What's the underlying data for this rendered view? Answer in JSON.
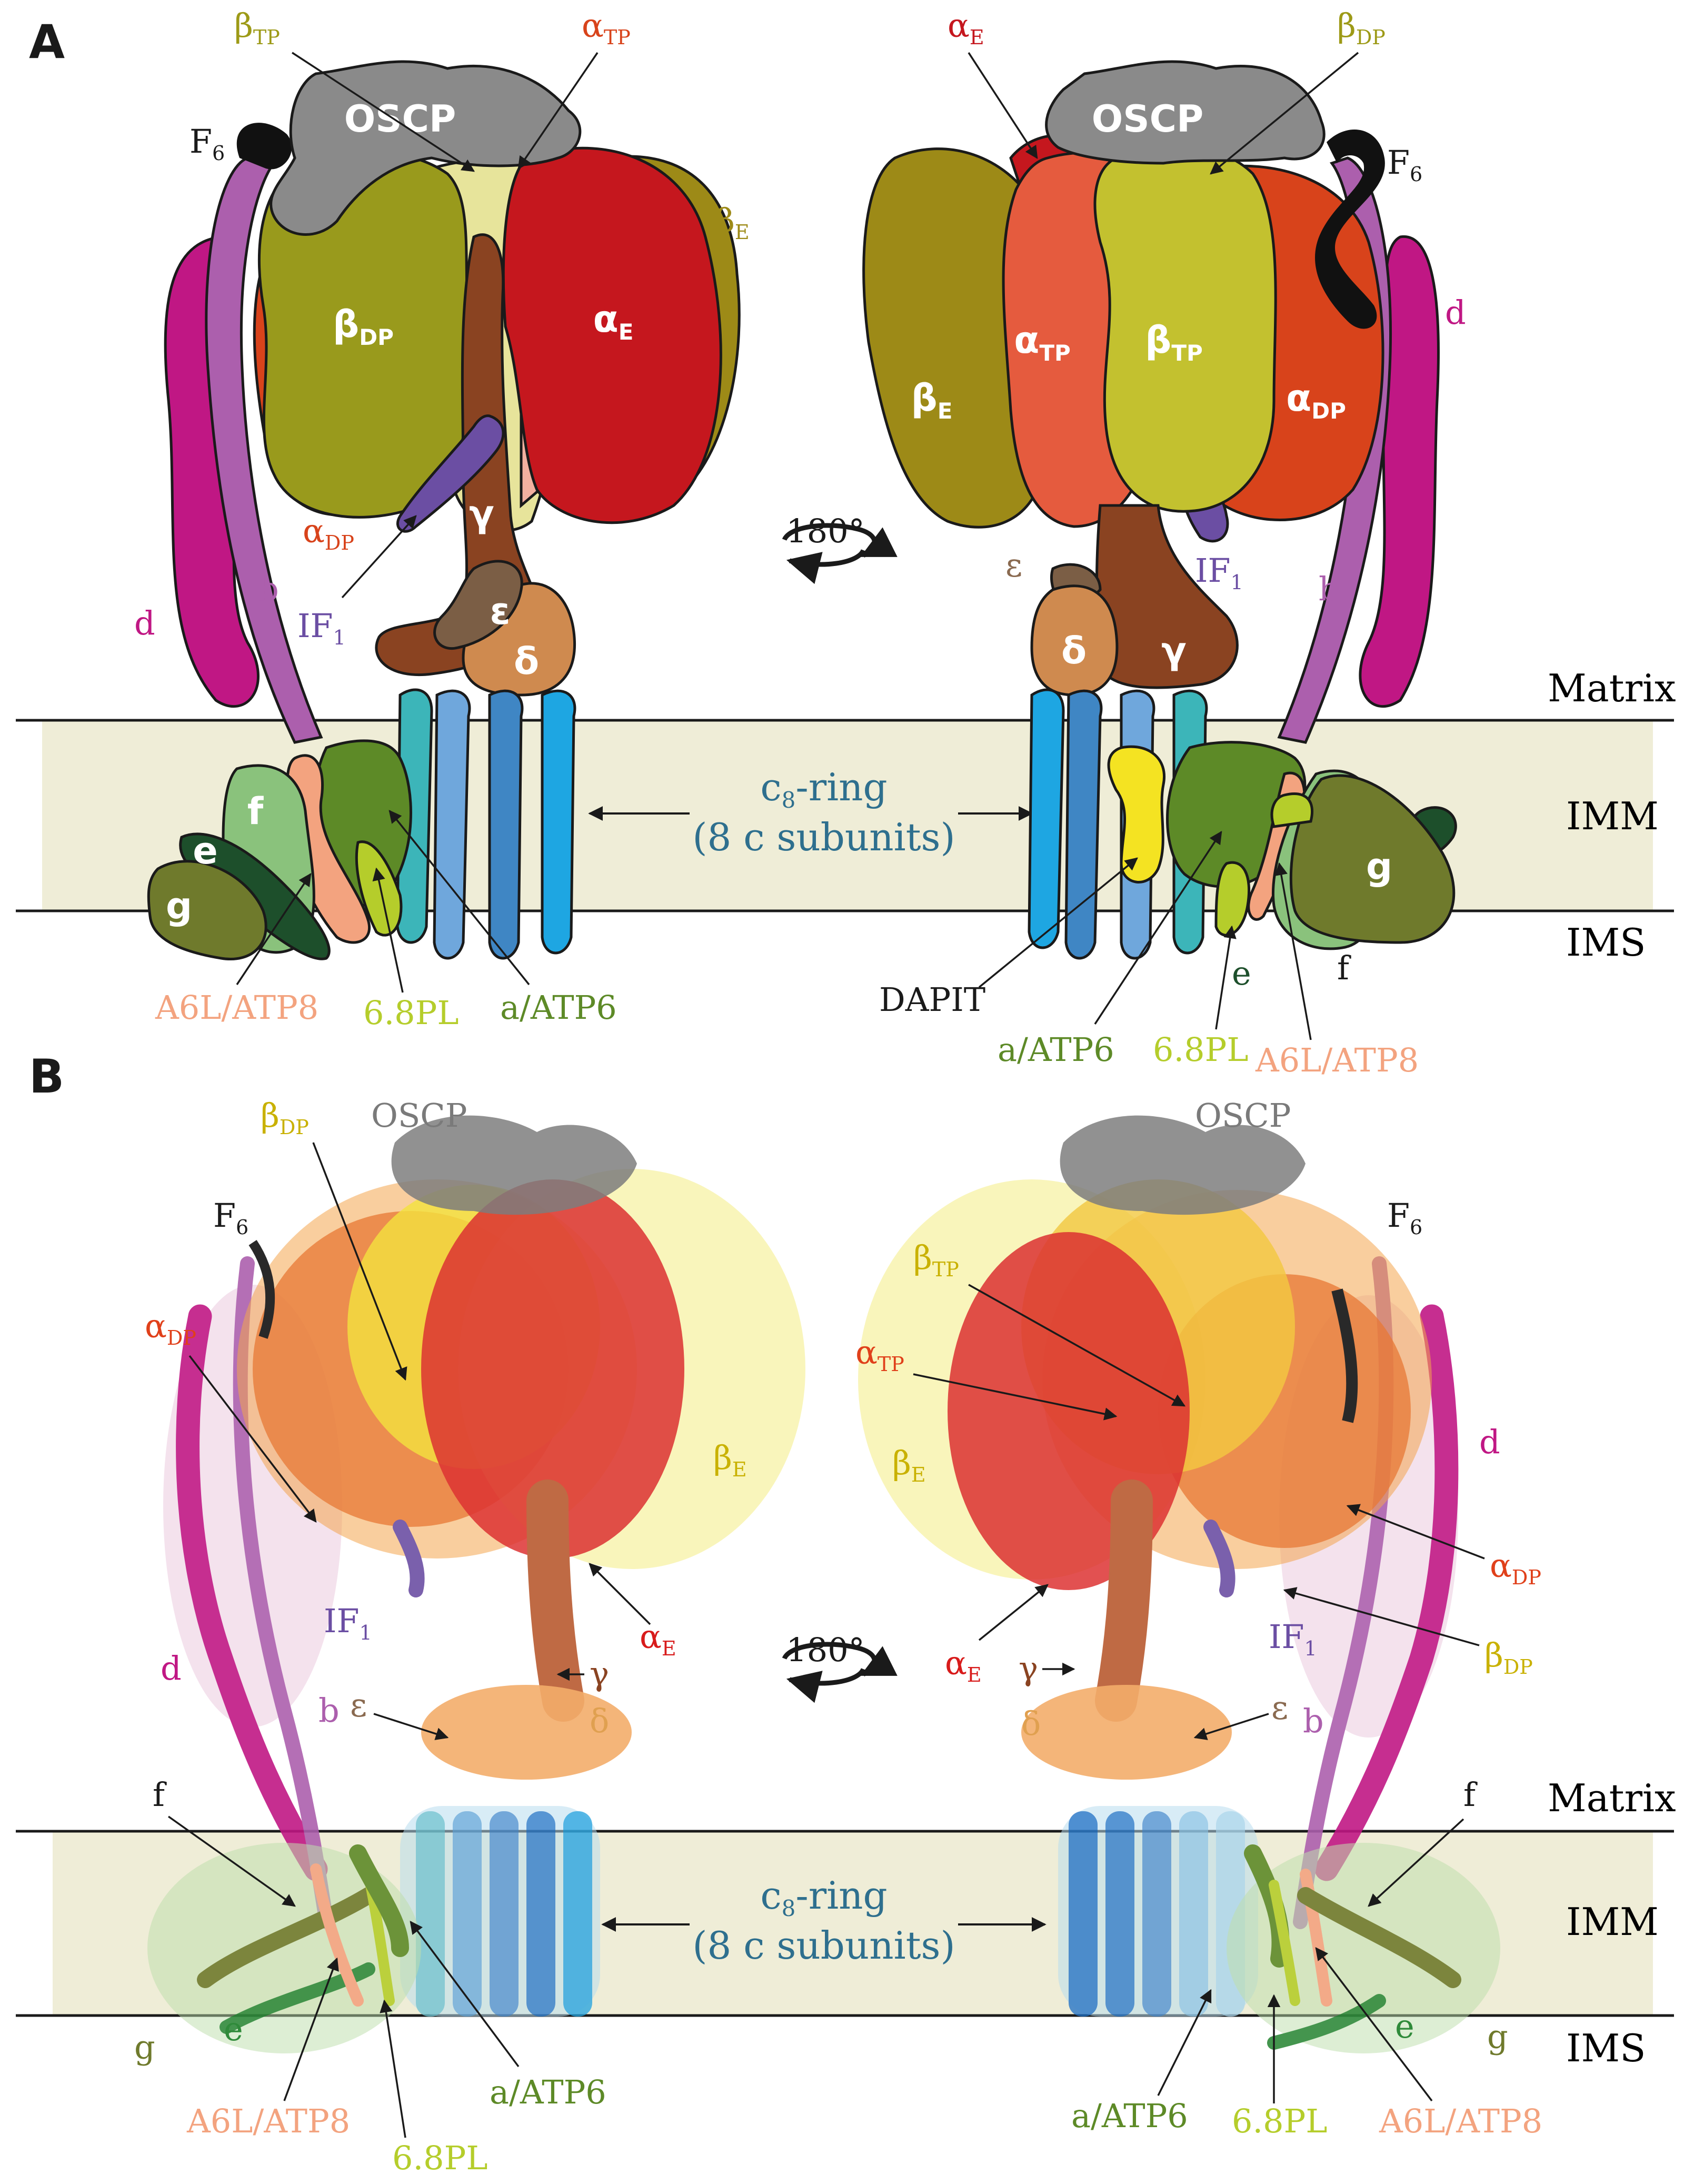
{
  "panels": {
    "a": "A",
    "b": "B"
  },
  "membrane": {
    "matrix": "Matrix",
    "imm": "IMM",
    "ims": "IMS"
  },
  "rotation": "180°",
  "c_ring": {
    "line1": "c",
    "sub": "8",
    "line1_suffix": "-ring",
    "line2": "(8 c subunits)"
  },
  "subunits": {
    "oscp": "OSCP",
    "f6": {
      "main": "F",
      "sub": "6"
    },
    "beta_tp": {
      "main": "β",
      "sub": "TP"
    },
    "beta_dp": {
      "main": "β",
      "sub": "DP"
    },
    "beta_e": {
      "main": "β",
      "sub": "E"
    },
    "alpha_tp": {
      "main": "α",
      "sub": "TP"
    },
    "alpha_dp": {
      "main": "α",
      "sub": "DP"
    },
    "alpha_e": {
      "main": "α",
      "sub": "E"
    },
    "if1": {
      "main": "IF",
      "sub": "1"
    },
    "gamma": "γ",
    "delta": "δ",
    "epsilon": "ε",
    "b": "b",
    "d": "d",
    "e": "e",
    "f": "f",
    "g": "g",
    "a_atp6": "a/ATP6",
    "a6l_atp8": "A6L/ATP8",
    "pl68": "6.8PL",
    "dapit": "DAPIT"
  },
  "colors": {
    "membrane": "#efedd7",
    "beta_dp": "#999a1c",
    "beta_tp": "#c3c12f",
    "beta_e": "#9d8a17",
    "alpha_e": "#c5171e",
    "alpha_tp": "#e55b3e",
    "alpha_dp": "#d8431b",
    "oscp": "#8a8a8a",
    "gamma": "#8a4321",
    "delta": "#cf8a4f",
    "epsilon": "#7b5e45",
    "if1": "#6b4ea3",
    "b": "#ac5fad",
    "d": "#c01784",
    "a_atp6": "#5d8a27",
    "a6l": "#f3a37f",
    "pl68": "#b5cd2b",
    "e": "#1d4f2b",
    "f": "#8ac27c",
    "g": "#6f7a2c",
    "dapit": "#f4e322",
    "c1": "#3cb5b9",
    "c2": "#6fa7dc",
    "c3": "#3f86c4",
    "c4": "#1ea6e2",
    "c_ring_text": "#2e6f8e"
  }
}
